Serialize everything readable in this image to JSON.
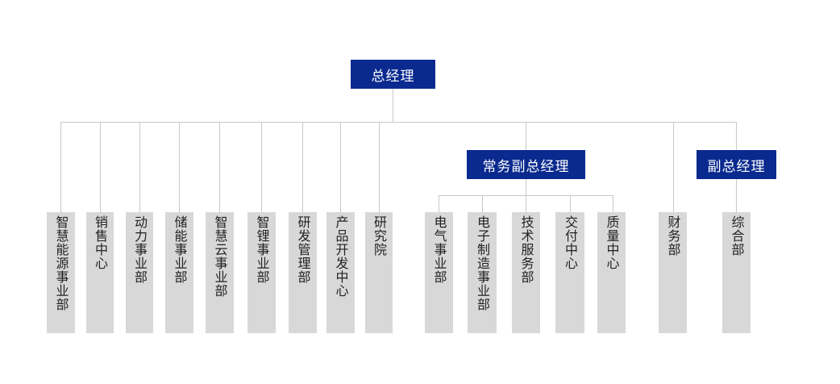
{
  "org": {
    "ceo": "总经理",
    "evp": "常务副总经理",
    "vp": "副总经理",
    "ceo_departments": [
      "智慧能源事业部",
      "销售中心",
      "动力事业部",
      "储能事业部",
      "智慧云事业部",
      "智锂事业部",
      "研发管理部",
      "产品开发中心",
      "研究院"
    ],
    "evp_departments": [
      "电气事业部",
      "电子制造事业部",
      "技术服务部",
      "交付中心",
      "质量中心"
    ],
    "finance": "财务部",
    "vp_departments": [
      "综合部"
    ]
  },
  "colors": {
    "executive_box": "#0a2a8f",
    "department_box": "#d8d8d8",
    "connector": "#c8c8c8"
  }
}
